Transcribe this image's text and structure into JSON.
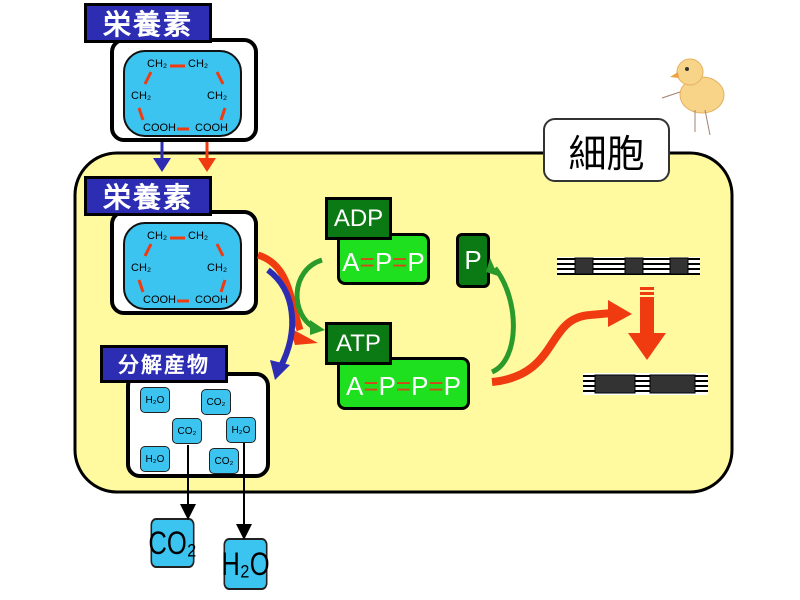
{
  "nutrient_label": "栄養素",
  "cell_label": "細胞",
  "products_label": "分解産物",
  "molecule": {
    "ch2": "CH₂",
    "cooh": "COOH"
  },
  "products": [
    "H₂O",
    "CO₂",
    "CO₂",
    "H₂O",
    "H₂O",
    "CO₂"
  ],
  "outputs": {
    "co2": "CO₂",
    "h2o": "H₂O"
  },
  "adp": {
    "label": "ADP",
    "a": "A",
    "p": "P",
    "bond": "="
  },
  "atp": {
    "label": "ATP",
    "a": "A",
    "p": "P",
    "bond": "="
  },
  "phosphate": "P",
  "colors": {
    "cell": "#fffaa0",
    "blue": "#2d2db4",
    "cyan": "#3cc4f0",
    "dark_green": "#0c7a14",
    "green": "#1fe01f",
    "red": "#f03a10"
  }
}
